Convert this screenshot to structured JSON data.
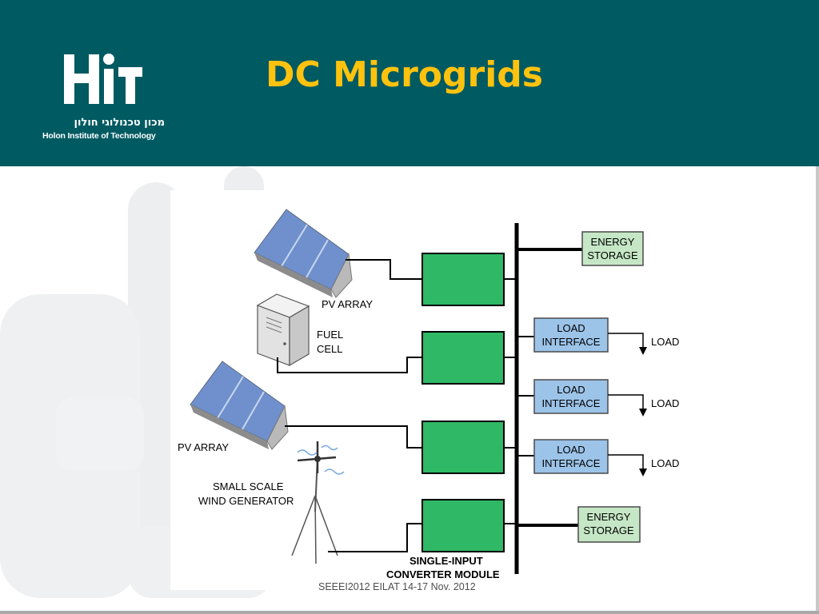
{
  "slide": {
    "title": "DC Microgrids",
    "footer": "SEEEI2012 EILAT 14-17 Nov. 2012"
  },
  "logo": {
    "mark": "HIT",
    "hebrew": "מכון טכנולוגי חולון",
    "english": "Holon Institute of Technology"
  },
  "diagram": {
    "sources": {
      "pv_array_1": "PV ARRAY",
      "fuel_cell_1": "FUEL",
      "fuel_cell_2": "CELL",
      "pv_array_2": "PV ARRAY",
      "wind_1": "SMALL SCALE",
      "wind_2": "WIND GENERATOR"
    },
    "converter_label_1": "SINGLE-INPUT",
    "converter_label_2": "CONVERTER MODULE",
    "energy_storage_1": [
      "ENERGY",
      "STORAGE"
    ],
    "energy_storage_2": [
      "ENERGY",
      "STORAGE"
    ],
    "load_interfaces": [
      {
        "line1": "LOAD",
        "line2": "INTERFACE",
        "load": "LOAD"
      },
      {
        "line1": "LOAD",
        "line2": "INTERFACE",
        "load": "LOAD"
      },
      {
        "line1": "LOAD",
        "line2": "INTERFACE",
        "load": "LOAD"
      }
    ]
  },
  "colors": {
    "header": "#005a61",
    "title": "#ffc20e",
    "converter": "#2fb865",
    "load_interface": "#9cc3e8",
    "energy_storage": "#c6e7c6"
  }
}
